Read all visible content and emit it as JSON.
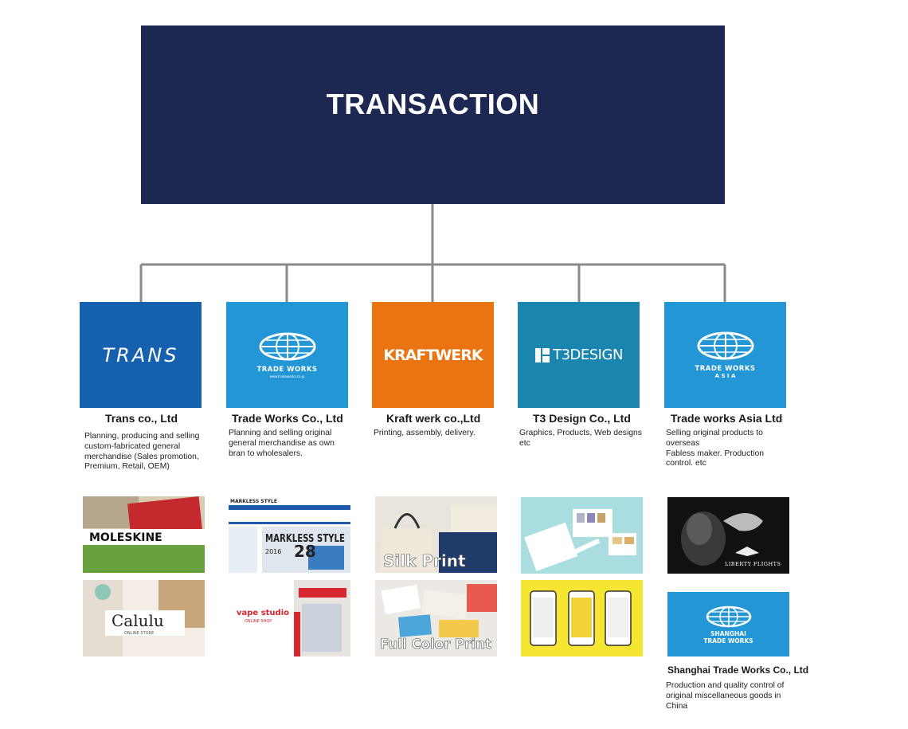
{
  "root": {
    "title": "TRANSACTION",
    "bg_color": "#1c2752"
  },
  "companies": [
    {
      "logo_text": "TRANS",
      "logo_color": "#1660b0",
      "name": "Trans co., Ltd",
      "description": "Planning, producing and selling\ncustom-fabricated general\nmerchandise  (Sales promotion,\nPremium, Retail, OEM)",
      "thumbnails": [
        {
          "caption": "MOLESKINE"
        },
        {
          "caption": "Calulu",
          "subcaption": "ONLINE STORE"
        }
      ]
    },
    {
      "logo_text": "TRADE WORKS",
      "logo_subtext": "www.tradeworks.co.jp",
      "logo_color": "#2396d6",
      "name": "Trade Works Co., Ltd",
      "description": "Planning and selling original\ngeneral merchandise as own\nbran to wholesalers.",
      "thumbnails": [
        {
          "caption": "MARKLESS STYLE",
          "header": "MARKLESS STYLE",
          "number": "28",
          "year": "2016"
        },
        {
          "caption": "vape studio",
          "subcaption": "ONLINE SHOP"
        }
      ]
    },
    {
      "logo_text": "KRAFTWERK",
      "logo_color": "#ea7411",
      "name": "Kraft werk co.,Ltd",
      "description": "Printing, assembly, delivery.",
      "thumbnails": [
        {
          "caption": "Silk Print"
        },
        {
          "caption": "Full Color Print"
        }
      ]
    },
    {
      "logo_text": "T3DESIGN",
      "logo_color": "#1a86b0",
      "name": "T3 Design Co., Ltd",
      "description": "Graphics, Products, Web designs\netc",
      "thumbnails": [
        {
          "caption": ""
        },
        {
          "caption": ""
        }
      ]
    },
    {
      "logo_text": "TRADE WORKS",
      "logo_subtext": "A S I A",
      "logo_color": "#2396d6",
      "name": "Trade works Asia Ltd",
      "description": "Selling original products to\noverseas\n Fabless maker. Production\ncontrol. etc",
      "thumbnails": [
        {
          "caption": "LIBERTY FLIGHTS"
        }
      ]
    }
  ],
  "subsidiary": {
    "logo_text": "SHANGHAI",
    "logo_subtext": "TRADE WORKS",
    "logo_color": "#2396d6",
    "name": "Shanghai Trade Works Co., Ltd",
    "description": "Production and quality control of\noriginal miscellaneous goods in\nChina"
  }
}
